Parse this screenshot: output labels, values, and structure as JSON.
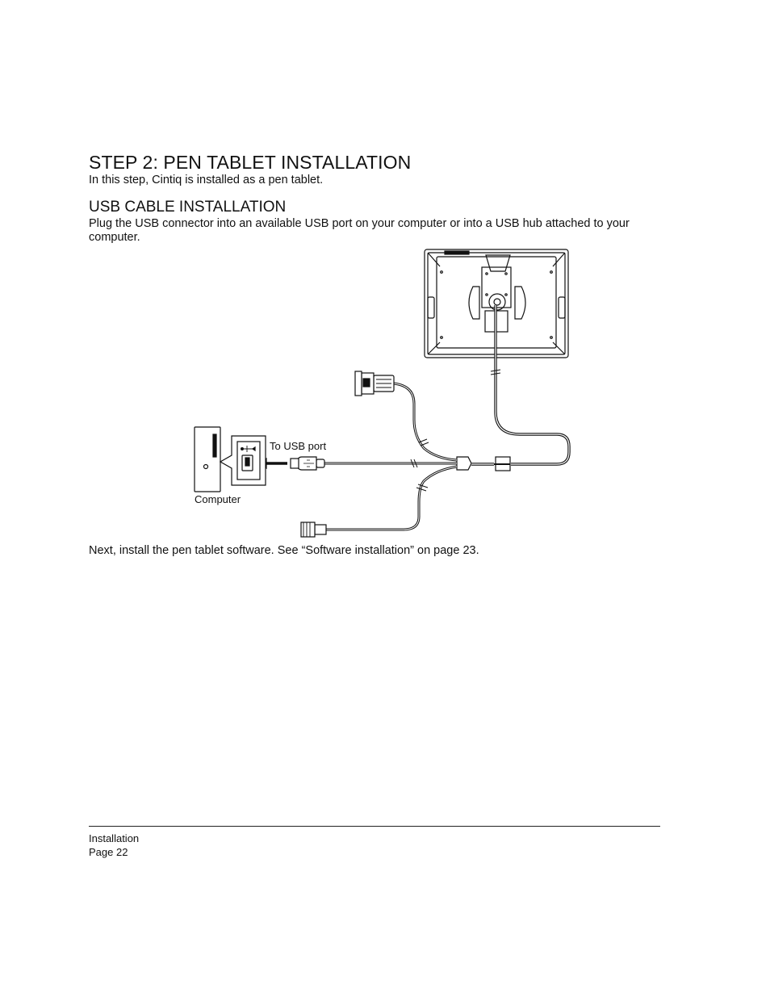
{
  "heading_step": "STEP 2: PEN TABLET INSTALLATION",
  "intro": "In this step, Cintiq is installed as a pen tablet.",
  "heading_usb": "USB CABLE INSTALLATION",
  "usb_instructions": "Plug the USB connector into an available USB port on your computer or into a USB hub attached to your computer.",
  "figure": {
    "label_usb_port": "To USB port",
    "label_computer": "Computer"
  },
  "next_step": "Next, install the pen tablet software.  See “Software installation” on page 23.",
  "footer": {
    "section": "Installation",
    "page": "Page  22"
  }
}
